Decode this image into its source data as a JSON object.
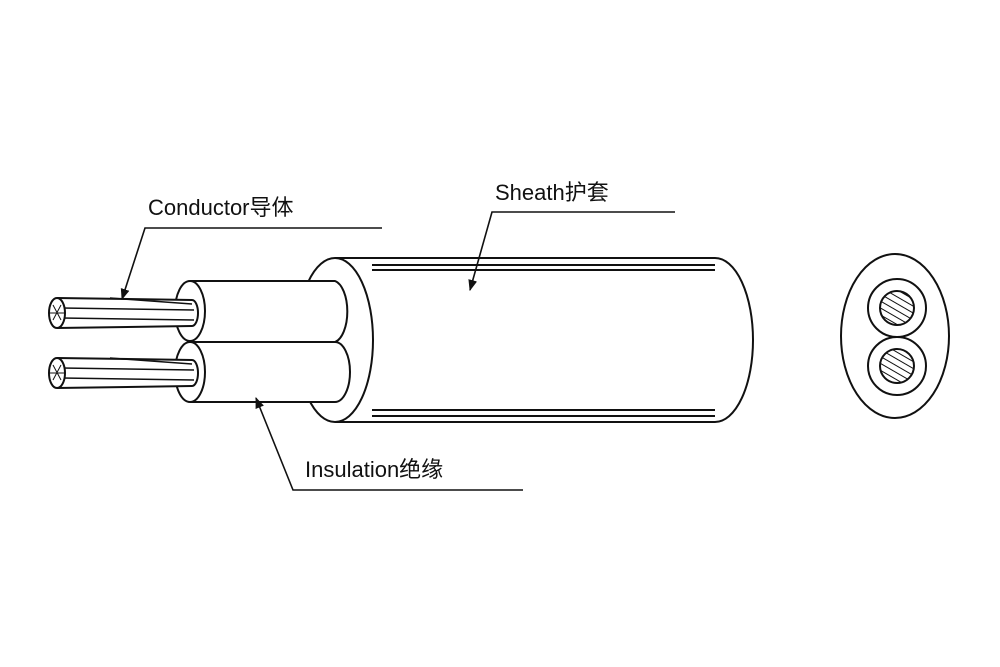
{
  "labels": {
    "conductor": "Conductor导体",
    "sheath": "Sheath护套",
    "insulation": "Insulation绝缘"
  },
  "colors": {
    "line": "#111111",
    "background": "#ffffff"
  }
}
